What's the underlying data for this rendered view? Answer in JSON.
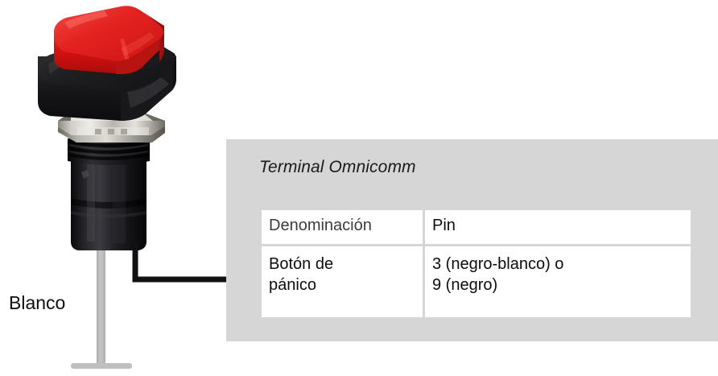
{
  "figure": {
    "background_color": "#ffffff",
    "panel_color": "#d6d6d6",
    "wire_color": "#bfbfbf",
    "leader_color": "#111111"
  },
  "panel": {
    "title": "Terminal Omnicomm"
  },
  "table": {
    "headers": [
      "Denominación",
      "Pin"
    ],
    "rows": [
      {
        "denominacion": [
          "Botón de",
          "pánico"
        ],
        "pin": [
          "3 (negro-blanco) o",
          "9 (negro)"
        ]
      }
    ]
  },
  "annotations": {
    "wire_label": "Blanco"
  },
  "device": {
    "name": "panic-push-button",
    "cap_color": "#e8201f",
    "cap_shadow_color": "#a8100f",
    "housing_color": "#1b1b1b",
    "nut_color": "#c9c6bd",
    "barrel_color": "#16161a",
    "lead_color": "#bfbfbf"
  }
}
